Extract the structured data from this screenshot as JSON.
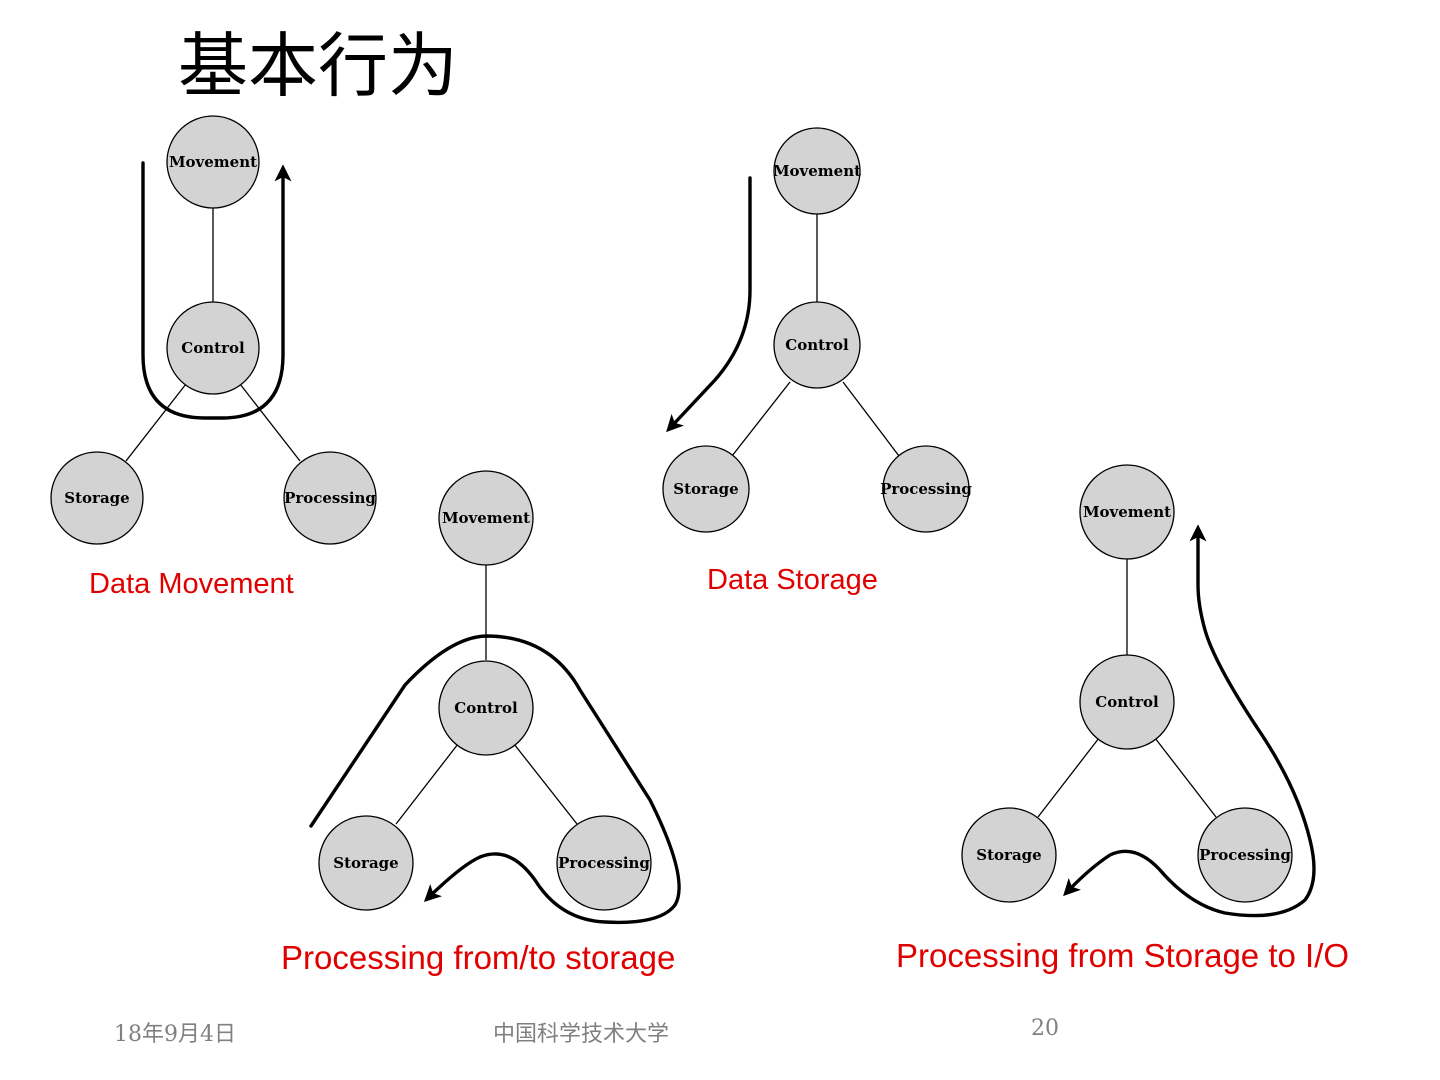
{
  "title": "基本行为",
  "node_labels": {
    "movement": "Movement",
    "control": "Control",
    "storage": "Storage",
    "processing": "Processing"
  },
  "captions": {
    "data_movement": "Data Movement",
    "data_storage": "Data Storage",
    "processing_storage": "Processing from/to storage",
    "processing_io": "Processing from Storage to I/O"
  },
  "footer": {
    "date": "18年9月4日",
    "organization": "中国科学技术大学",
    "page_number": "20"
  },
  "colors": {
    "caption": "#e00000",
    "node_fill": "#d3d3d3",
    "footer": "#808080"
  }
}
